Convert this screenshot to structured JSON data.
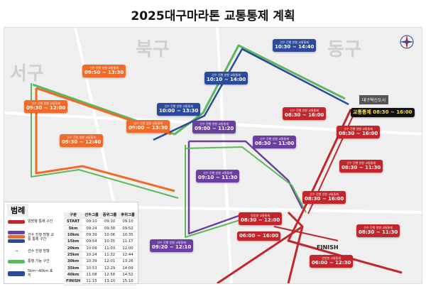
{
  "title": "2025대구마라톤 교통통제 계획",
  "districts": [
    "서구",
    "북구",
    "동구"
  ],
  "places": {
    "hub": "대구혁신도시",
    "finish": "FINISH"
  },
  "callouts": [
    {
      "type": "orange",
      "header": "선수 진행 방향 교통통제",
      "time": "09:50 ~ 13:30"
    },
    {
      "type": "blue",
      "header": "선수 진행 방향 교통통제",
      "time": "10:00 ~ 13:30"
    },
    {
      "type": "blue",
      "header": "선수 진행 방향 교통통제",
      "time": "10:10 ~ 14:00"
    },
    {
      "type": "blue",
      "header": "선수 진행 방향 교통통제",
      "time": "10:30 ~ 14:40"
    },
    {
      "type": "orange",
      "header": "선수 진행 방향 교통통제",
      "time": "09:30 ~ 12:00"
    },
    {
      "type": "orange",
      "header": "선수 진행 방향 교통통제",
      "time": "09:00 ~ 13:30"
    },
    {
      "type": "orange",
      "header": "선수 진행 방향 교통통제",
      "time": "09:30 ~ 12:40"
    },
    {
      "type": "purple",
      "header": "선수 진행 방향 교통통제",
      "time": "09:00 ~ 11:20"
    },
    {
      "type": "purple",
      "header": "선수 진행 방향 교통통제",
      "time": "09:10 ~ 11:30"
    },
    {
      "type": "purple",
      "header": "선수 진행 방향 교통통제",
      "time": "08:30 ~ 11:00"
    },
    {
      "type": "purple",
      "header": "선수 진행 방향 교통통제",
      "time": "09:20 ~ 12:10"
    },
    {
      "type": "red",
      "header": "선수 진행 방향 교통통제",
      "time": "08:30 ~ 16:00"
    },
    {
      "type": "red",
      "header": "선수 진행 방향 교통통제",
      "time": "08:30 ~ 16:00"
    },
    {
      "type": "red",
      "header": "선수 진행 방향 교통통제",
      "time": "08:30 ~ 11:30"
    },
    {
      "type": "black",
      "header": "",
      "time": "교통통제 08:30 ~ 16:00"
    },
    {
      "type": "red",
      "header": "선수 진행 방향 교통통제",
      "time": "08:30 ~ 16:00"
    },
    {
      "type": "red",
      "header": "양방향 교통통제",
      "time": "08:30 ~ 12:00"
    },
    {
      "type": "red",
      "header": "",
      "time": "06:00 ~ 16:00"
    },
    {
      "type": "red",
      "header": "선수 진행 방향 교통통제",
      "time": "08:30 ~ 11:30"
    },
    {
      "type": "red",
      "header": "양방향 교통통제",
      "time": "06:00 ~ 12:30"
    }
  ],
  "legend": {
    "title": "범례",
    "items": [
      "양방향 통제 구간",
      "선수 진행 방향 교통 통제 구간",
      "선수 진행 방향",
      "통행 가능 구간",
      "5km~40km 표지"
    ],
    "colors": {
      "two_way": "#c0262b",
      "purple": "#6b3fa0",
      "orange": "#f06a2a",
      "blue": "#2d4a9a",
      "open": "#5cb85c"
    }
  },
  "schedule": {
    "headers": [
      "구분",
      "선두그룹",
      "중위그룹",
      "후위그룹"
    ],
    "rows": [
      [
        "START",
        "09:10",
        "09:10",
        "09:10"
      ],
      [
        "5km",
        "09:24",
        "09:38",
        "09:52"
      ],
      [
        "10km",
        "09:39",
        "10:06",
        "10:35"
      ],
      [
        "15km",
        "09:54",
        "10:35",
        "11:17"
      ],
      [
        "20km",
        "10:09",
        "11:03",
        "12:00"
      ],
      [
        "25km",
        "10:24",
        "11:32",
        "12:44"
      ],
      [
        "30km",
        "10:39",
        "12:01",
        "13:26"
      ],
      [
        "35km",
        "10:53",
        "12:29",
        "14:09"
      ],
      [
        "40km",
        "11:08",
        "12:58",
        "14:52"
      ],
      [
        "FINISH",
        "11:15",
        "13:10",
        "15:10"
      ]
    ]
  }
}
